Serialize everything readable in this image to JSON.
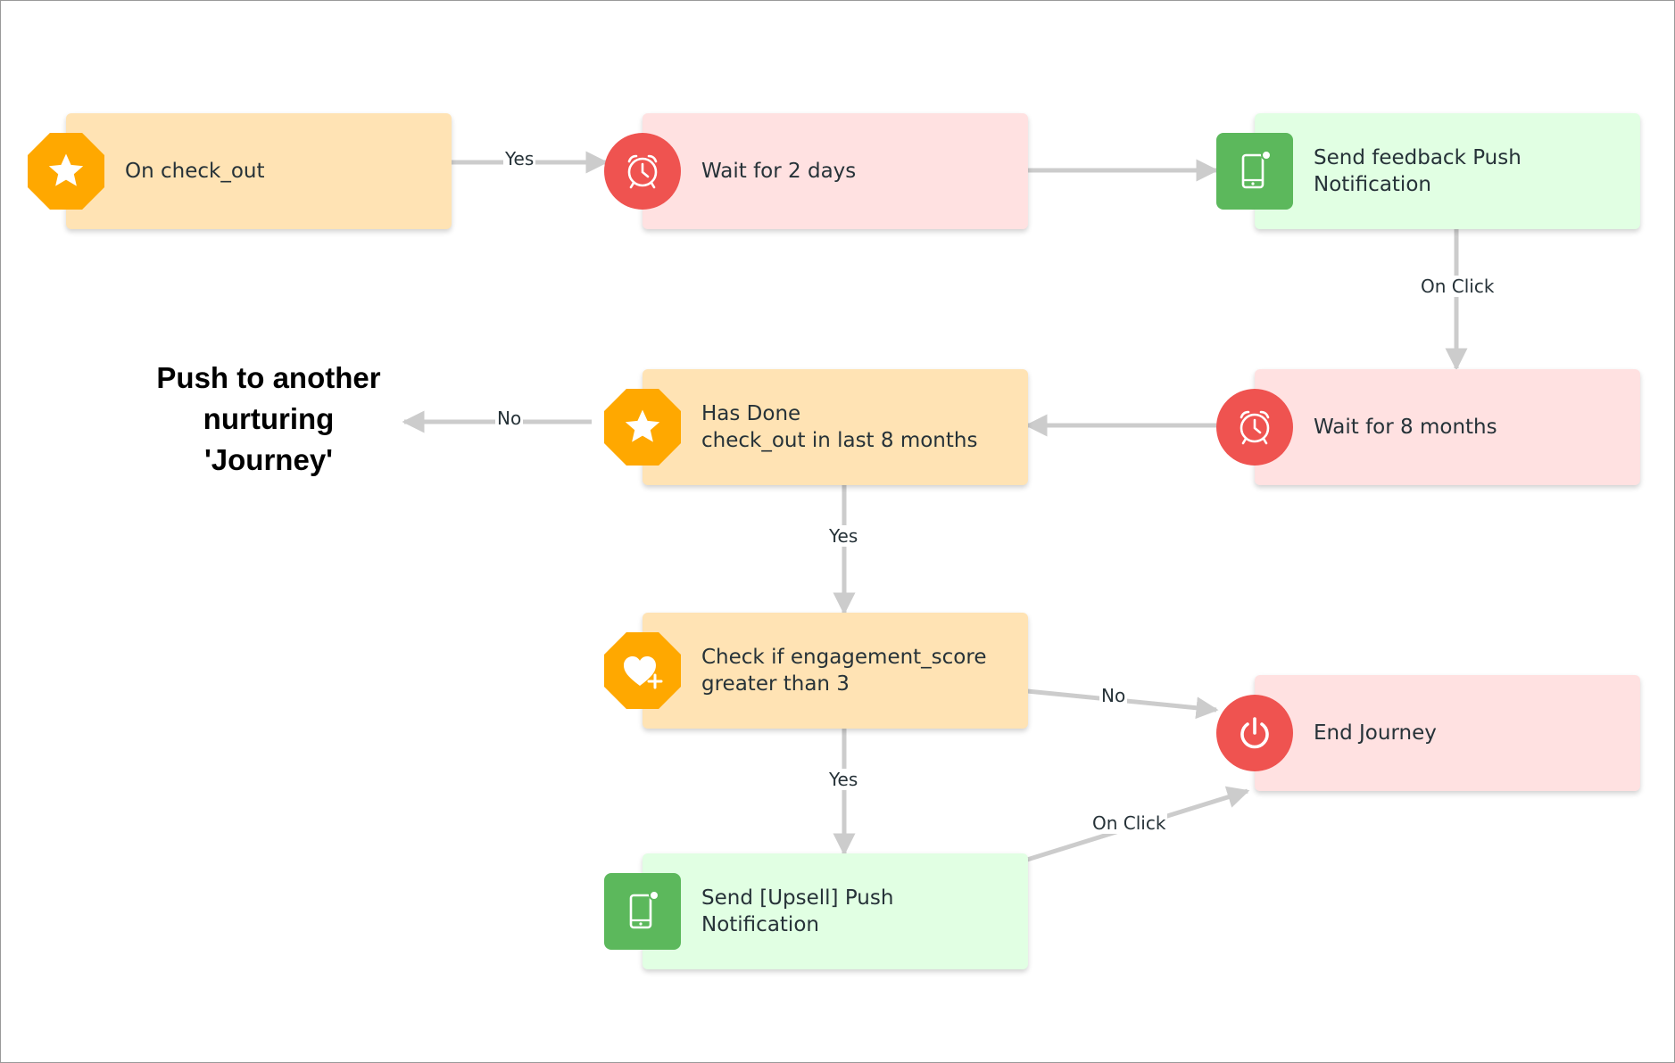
{
  "nodes": {
    "on_checkout": {
      "label": "On check_out",
      "icon": "star-icon"
    },
    "wait_2_days": {
      "label": "Wait for 2 days",
      "icon": "alarm-clock-icon"
    },
    "send_feedback": {
      "label": "Send feedback Push\nNotification",
      "icon": "mobile-phone-icon"
    },
    "wait_8_months": {
      "label": "Wait for 8 months",
      "icon": "alarm-clock-icon"
    },
    "has_done": {
      "label": "Has Done\ncheck_out in last 8 months",
      "icon": "star-icon"
    },
    "check_engagement": {
      "label": "Check if engagement_score\ngreater than 3",
      "icon": "heart-plus-icon"
    },
    "end_journey": {
      "label": "End Journey",
      "icon": "power-icon"
    },
    "send_upsell": {
      "label": "Send [Upsell] Push Notification",
      "icon": "mobile-phone-icon"
    }
  },
  "edges": {
    "checkout_to_wait": "Yes",
    "feedback_to_wait8": "On Click",
    "hasdone_to_note": "No",
    "hasdone_to_check": "Yes",
    "check_to_end": "No",
    "check_to_upsell": "Yes",
    "upsell_to_end": "On Click"
  },
  "note": "Push to another\nnurturing 'Journey'",
  "colors": {
    "condition_box": "#ffe3b4",
    "wait_box": "#ffe1e1",
    "action_box": "#e1ffe3",
    "condition_icon": "#ffa800",
    "wait_icon": "#ef5350",
    "action_icon": "#5cb85c",
    "connector": "#cccccc"
  }
}
